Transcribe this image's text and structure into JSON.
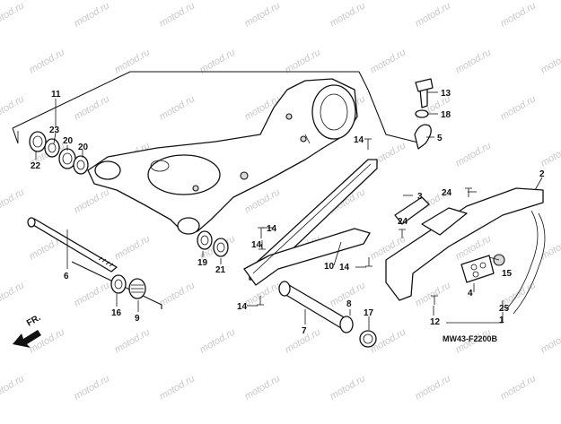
{
  "diagram": {
    "drawing_code": "MW43-F2200B",
    "front_indicator": "FR.",
    "watermark": "motod.ru",
    "callouts": [
      "1",
      "2",
      "3",
      "4",
      "5",
      "6",
      "7",
      "8",
      "9",
      "10",
      "11",
      "12",
      "13",
      "14",
      "14",
      "14",
      "14",
      "14",
      "15",
      "16",
      "17",
      "18",
      "19",
      "20",
      "20",
      "21",
      "22",
      "23",
      "24",
      "24",
      "25"
    ]
  },
  "colors": {
    "line": "#111111",
    "watermark": "#c8c8c8",
    "background": "#ffffff"
  }
}
